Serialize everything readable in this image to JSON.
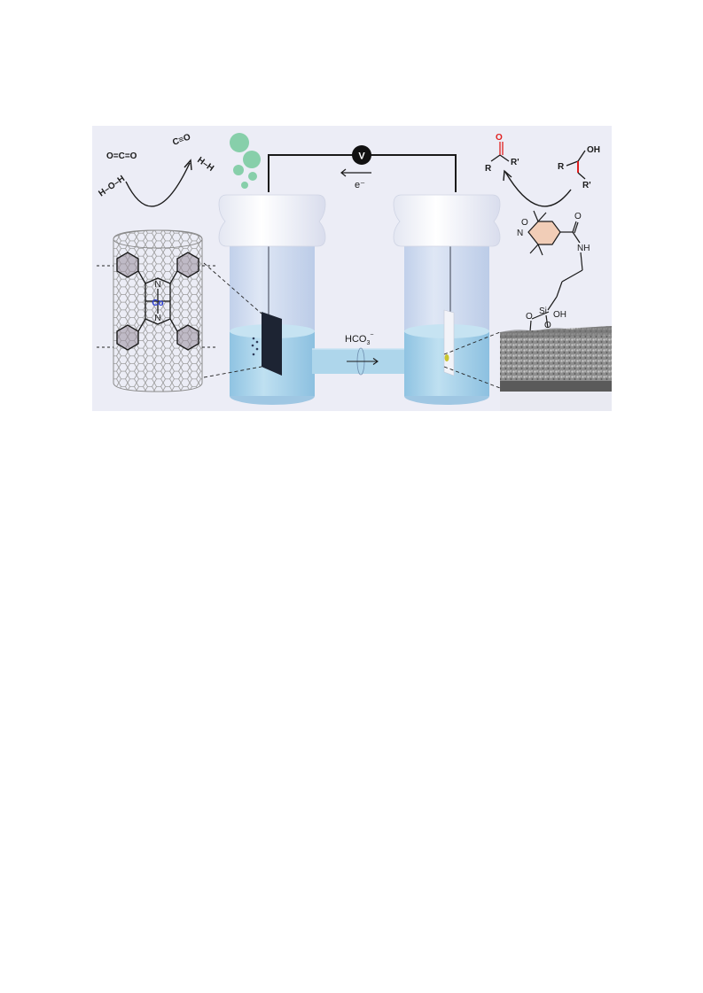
{
  "figure": {
    "voltmeter_label": "V",
    "electron_label": "e⁻",
    "electrolyte_label": "HCO",
    "electrolyte_subscript": "3",
    "electrolyte_superscript": "−",
    "cathode_reaction": {
      "reactant_co2": "O=C=O",
      "reactant_h2o": "H–O–H",
      "product_co": "C≡O",
      "product_h2": "H–H"
    },
    "catalyst_left": {
      "metal": "Co",
      "ligand_atom": "N"
    },
    "anode_reaction": {
      "product_ketone_atoms": [
        "O",
        "R",
        "R'"
      ],
      "reactant_alcohol_atoms": [
        "OH",
        "R",
        "R'"
      ]
    },
    "catalyst_right": {
      "atoms": [
        "N",
        "O",
        "O",
        "NH",
        "Si",
        "OH",
        "O",
        "O"
      ]
    },
    "colors": {
      "background": "#ecedf6",
      "electrolyte": "#a9d3ea",
      "cell_glass": "#c9d8ef",
      "cap": "#f7f8fc",
      "bubbles": "#7dcca2",
      "cobalt": "#2b3fd6",
      "alcohol_bond": "#e02020",
      "ketone_oxygen": "#e02020"
    }
  }
}
